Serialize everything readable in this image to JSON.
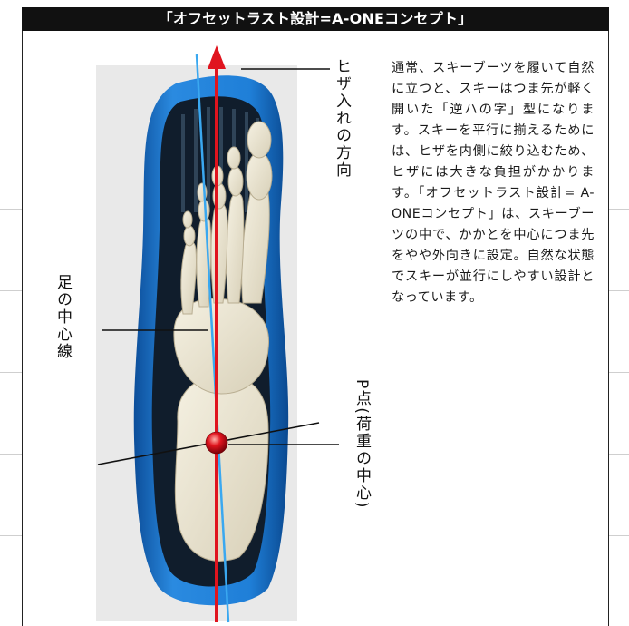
{
  "title": "「オフセットラスト設計=A-ONEコンセプト」",
  "labels": {
    "knee_direction": "ヒザ入れの方向",
    "foot_center_line": "足の中心線",
    "p_point": "P点(荷重の中心)"
  },
  "body_text": "通常、スキーブーツを履いて自然に立つと、スキーはつま先が軽く開いた「逆ハの字」型になります。スキーを平行に揃えるためには、ヒザを内側に絞り込むため、ヒザには大きな負担がかかります。「オフセットラスト設計= A-ONEコンセプト」は、スキーブーツの中で、かかとを中心につま先をやや外向きに設定。自然な状態でスキーが並行にしやすい設計となっています。",
  "colors": {
    "title_bg": "#111111",
    "shell_blue": "#1f7fd8",
    "arrow_red": "#e0141e",
    "center_line_blue": "#3aa8f0",
    "bone": "#ece6d2"
  }
}
